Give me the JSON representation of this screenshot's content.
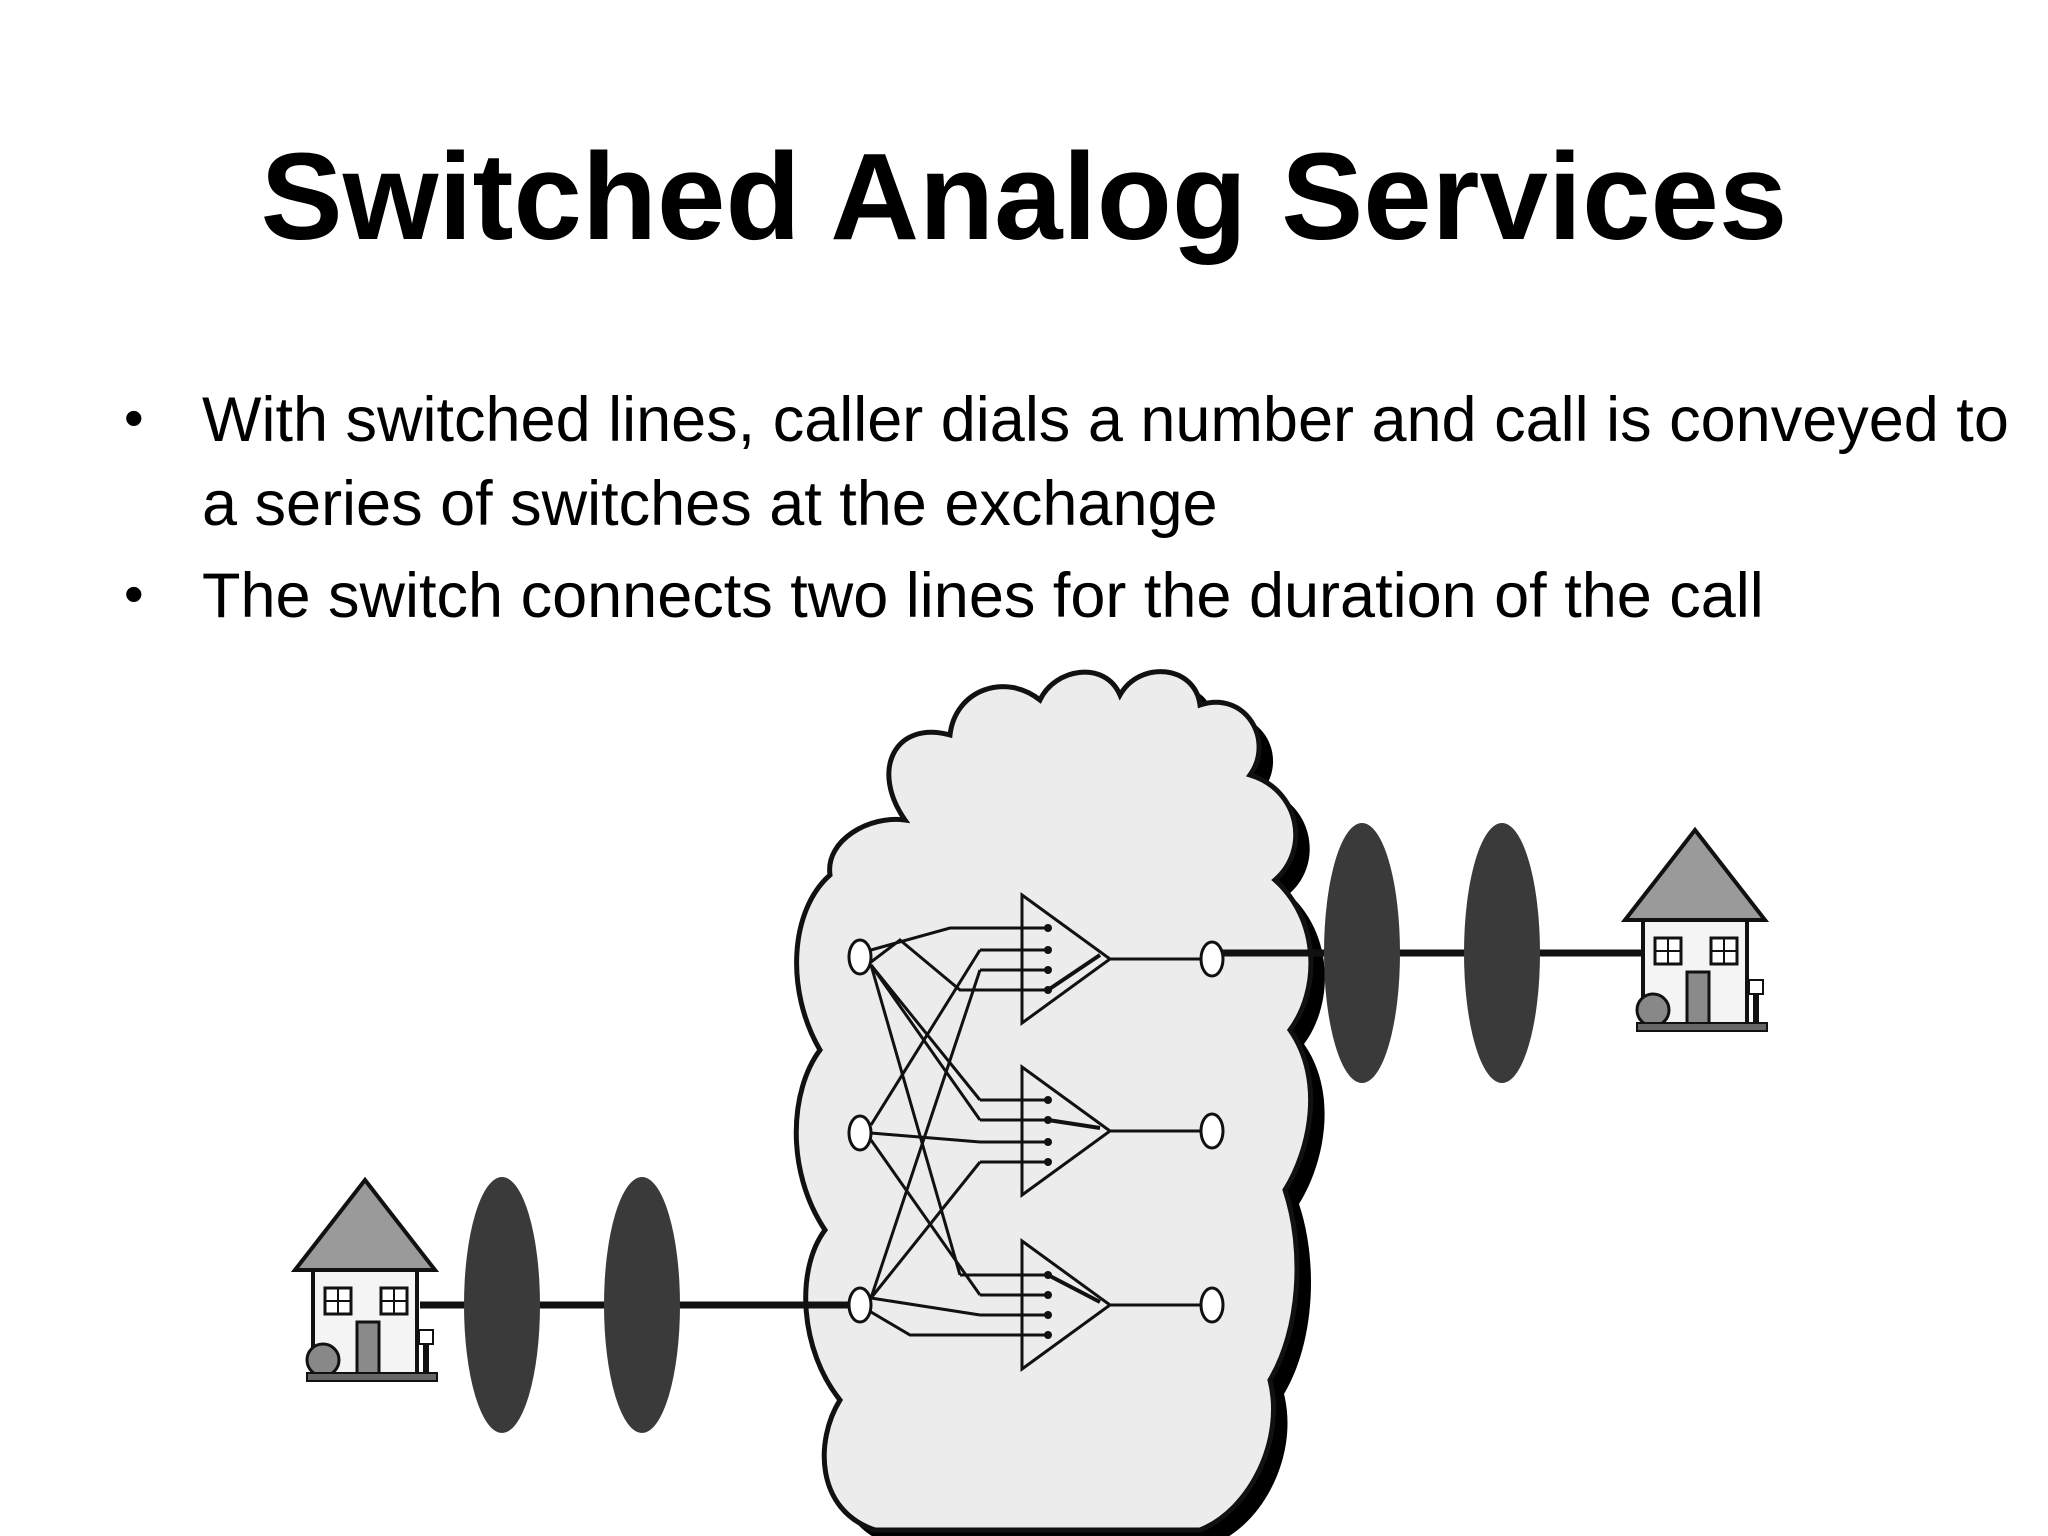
{
  "slide": {
    "title": "Switched Analog Services",
    "bullets": [
      "With switched lines, caller dials a number and call is conveyed to a series of switches at the exchange",
      "The switch connects two lines for the duration of the call"
    ]
  },
  "colors": {
    "cloud_fill": "#ececec",
    "wave_fill": "#3a3a3a",
    "house_roof": "#9a9a9a",
    "line": "#111111"
  },
  "diagram": {
    "icons": [
      "house-icon",
      "signal-wave-icon",
      "exchange-cloud-icon",
      "switch-icon"
    ]
  }
}
